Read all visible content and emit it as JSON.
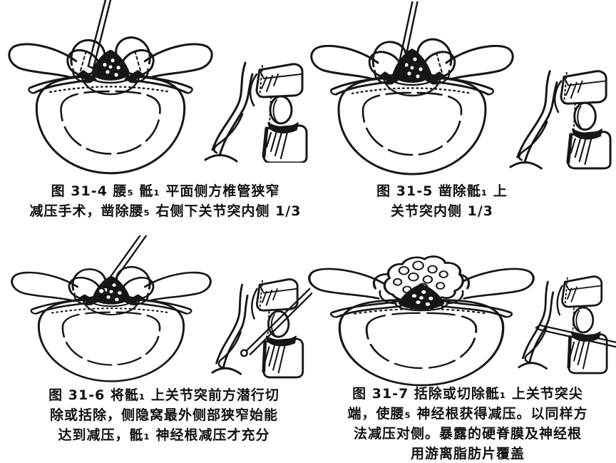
{
  "page": {
    "background_color": "#ffffff",
    "ink_color": "#161616",
    "description_visible_text_language": "zh"
  },
  "figures": [
    {
      "id": "fig-31-4",
      "label": "图 31-4",
      "caption_lines": [
        "图 31-4  腰₅ 骶₁ 平面侧方椎管狭窄",
        "减压手术，凿除腰₅ 右侧下关节突内侧 1/3"
      ]
    },
    {
      "id": "fig-31-5",
      "label": "图 31-5",
      "caption_lines": [
        "图 31-5  凿除骶₁ 上",
        "关节突内侧 1/3"
      ]
    },
    {
      "id": "fig-31-6",
      "label": "图 31-6",
      "caption_lines": [
        "图 31-6  将骶₁ 上关节突前方潜行切",
        "除或括除，侧隐窝最外侧部狭窄始能",
        "达到减压，骶₁ 神经根减压才充分"
      ]
    },
    {
      "id": "fig-31-7",
      "label": "图 31-7",
      "caption_lines": [
        "图 31-7  括除或切除骶₁ 上关节突尖",
        "端，使腰₅ 神经根获得减压。以同样方",
        "法减压对侧。暴露的硬脊膜及神经根",
        "用游离脂肪片覆盖"
      ]
    }
  ]
}
